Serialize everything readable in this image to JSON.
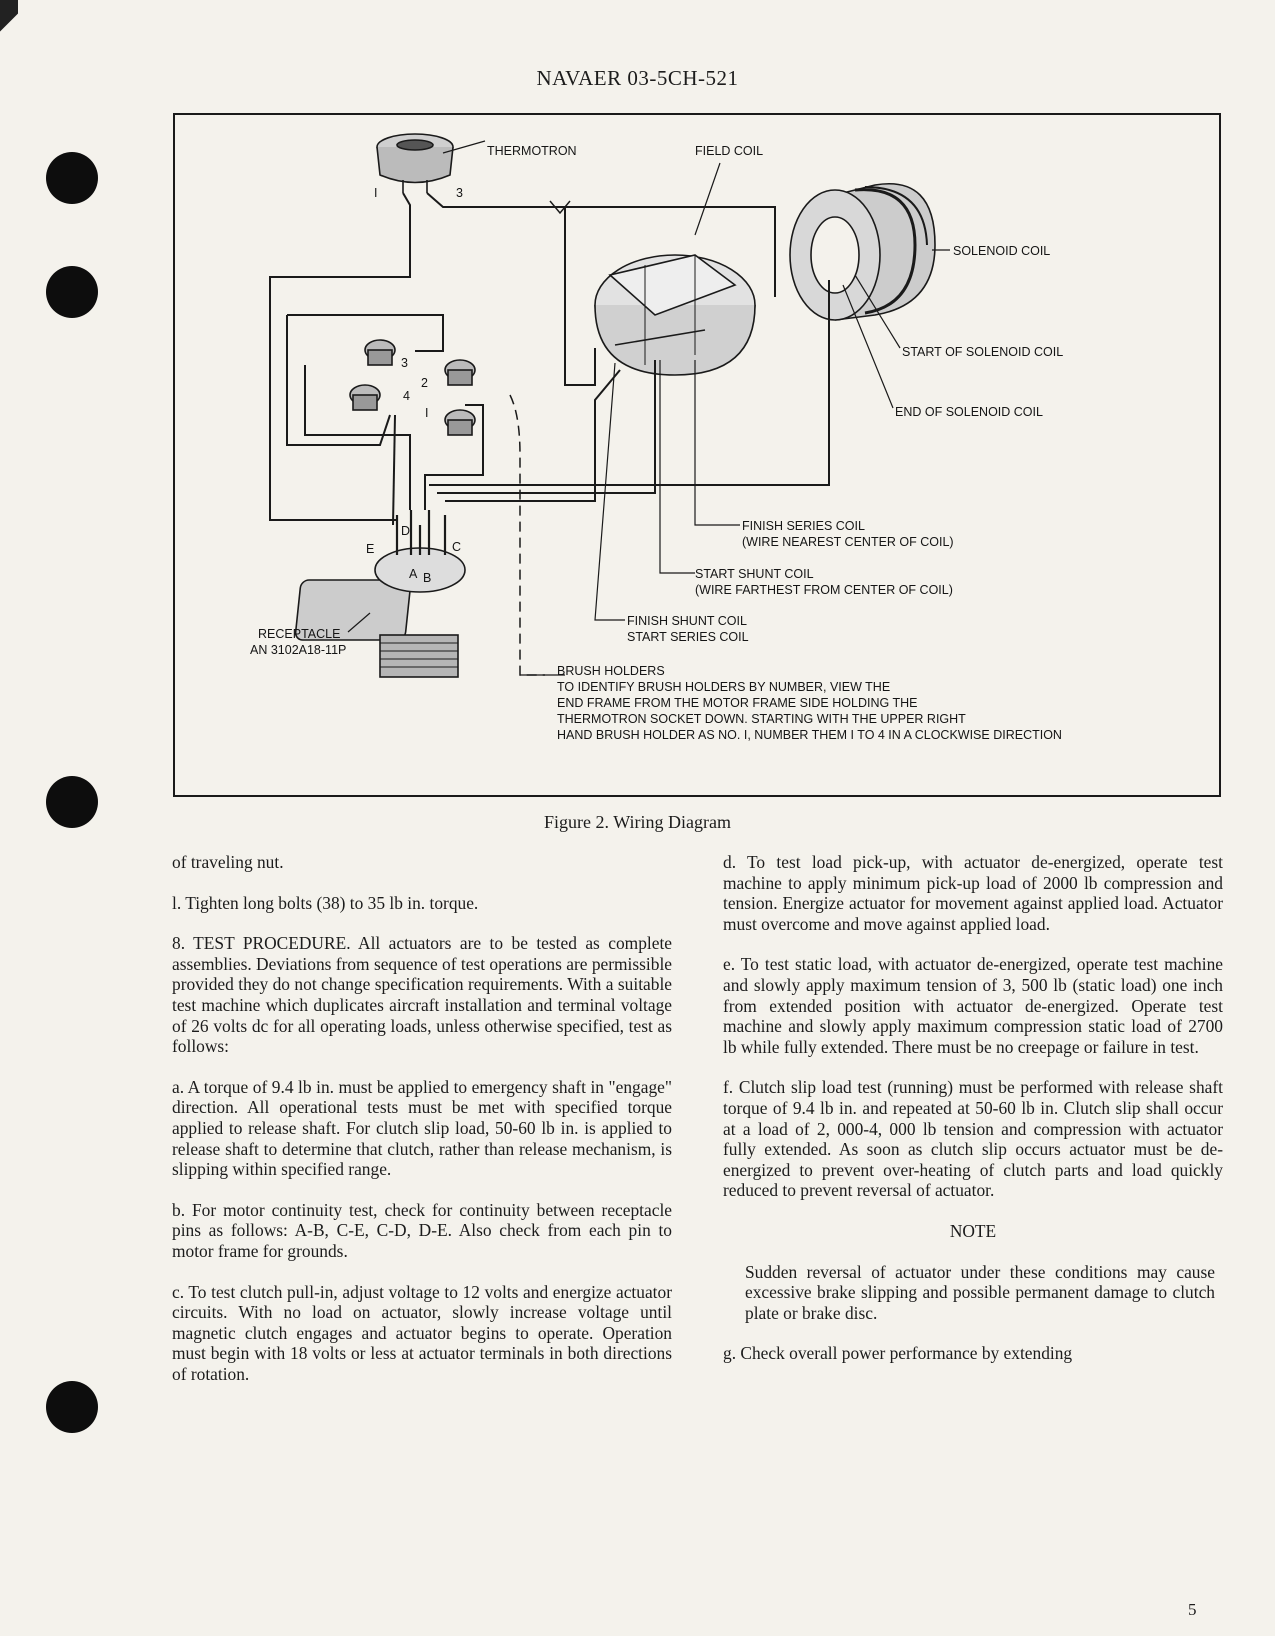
{
  "header": {
    "doc_number": "NAVAER 03-5CH-521"
  },
  "figure": {
    "caption": "Figure 2. Wiring Diagram",
    "labels": {
      "thermotron": "THERMOTRON",
      "field_coil": "FIELD COIL",
      "solenoid_coil": "SOLENOID COIL",
      "start_solenoid": "START OF SOLENOID COIL",
      "end_solenoid": "END OF SOLENOID COIL",
      "finish_series": "FINISH SERIES COIL",
      "finish_series_note": "(WIRE NEAREST CENTER OF COIL)",
      "start_shunt": "START SHUNT COIL",
      "start_shunt_note": "(WIRE FARTHEST FROM CENTER OF COIL)",
      "finish_shunt": "FINISH SHUNT COIL",
      "start_series": "START SERIES COIL",
      "receptacle": "RECEPTACLE",
      "receptacle_part": "AN 3102A18-11P",
      "brush_holders_title": "BRUSH HOLDERS",
      "brush_note_1": "TO IDENTIFY BRUSH HOLDERS BY NUMBER, VIEW THE",
      "brush_note_2": "END FRAME FROM THE MOTOR FRAME SIDE HOLDING THE",
      "brush_note_3": "THERMOTRON SOCKET DOWN. STARTING WITH THE UPPER RIGHT",
      "brush_note_4": "HAND BRUSH HOLDER AS NO. I, NUMBER THEM I TO 4 IN A CLOCKWISE DIRECTION",
      "term_1": "I",
      "term_3": "3",
      "brush_1": "I",
      "brush_2": "2",
      "brush_3": "3",
      "brush_4": "4",
      "pin_a": "A",
      "pin_b": "B",
      "pin_c": "C",
      "pin_d": "D",
      "pin_e": "E"
    }
  },
  "left_column": [
    "of traveling nut.",
    "l. Tighten long bolts (38) to 35 lb in. torque.",
    "8. TEST PROCEDURE. All actuators are to be tested as complete assemblies. Deviations from sequence of test operations are permissible provided they do not change specification requirements. With a suitable test machine which duplicates aircraft installation and terminal voltage of 26 volts dc for all operating loads, unless otherwise specified, test as follows:",
    "a. A torque of 9.4 lb in. must be applied to emergency shaft in \"engage\" direction. All operational tests must be met with specified torque applied to release shaft. For clutch slip load, 50-60 lb in. is applied to release shaft to determine that clutch, rather than release mechanism, is slipping within specified range.",
    "b. For motor continuity test, check for continuity between receptacle pins as follows: A-B, C-E, C-D, D-E. Also check from each pin to motor frame for grounds.",
    "c. To test clutch pull-in, adjust voltage to 12 volts and energize actuator circuits. With no load on actuator, slowly increase voltage until magnetic clutch engages and actuator begins to operate. Operation must begin with 18 volts or less at actuator terminals in both directions of rotation."
  ],
  "right_column": {
    "paragraphs": [
      "d. To test load pick-up, with actuator de-energized, operate test machine to apply minimum pick-up load of 2000 lb compression and tension. Energize actuator for movement against applied load. Actuator must overcome and move against applied load.",
      "e. To test static load, with actuator de-energized, operate test machine and slowly apply maximum tension of 3, 500 lb (static load) one inch from extended position with actuator de-energized. Operate test machine and slowly apply maximum compression static load of 2700 lb while fully extended. There must be no creepage or failure in test.",
      "f. Clutch slip load test (running) must be performed with release shaft torque of 9.4 lb in. and repeated at 50-60 lb in. Clutch slip shall occur at a load of 2, 000-4, 000 lb tension and compression with actuator fully extended. As soon as clutch slip occurs actuator must be de-energized to prevent over-heating of clutch parts and load quickly reduced to prevent reversal of actuator."
    ],
    "note_heading": "NOTE",
    "note_body": "Sudden reversal of actuator under these conditions may cause excessive brake slipping and possible permanent damage to clutch plate or brake disc.",
    "last_paragraph": "g. Check overall power performance by extending"
  },
  "page_number": "5"
}
